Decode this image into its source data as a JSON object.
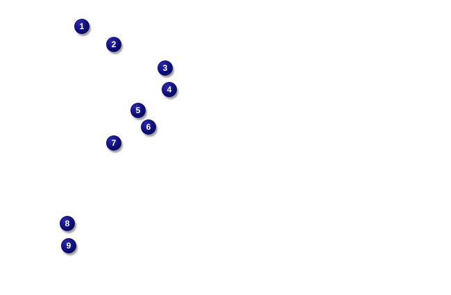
{
  "markers": [
    {
      "label": "1"
    },
    {
      "label": "2"
    },
    {
      "label": "3"
    },
    {
      "label": "4"
    },
    {
      "label": "5"
    },
    {
      "label": "6"
    },
    {
      "label": "7"
    },
    {
      "label": "8"
    },
    {
      "label": "9"
    }
  ],
  "colors": {
    "background": "#ffffff",
    "marker_fill": "#0c0c78",
    "marker_text": "#ffffff"
  }
}
